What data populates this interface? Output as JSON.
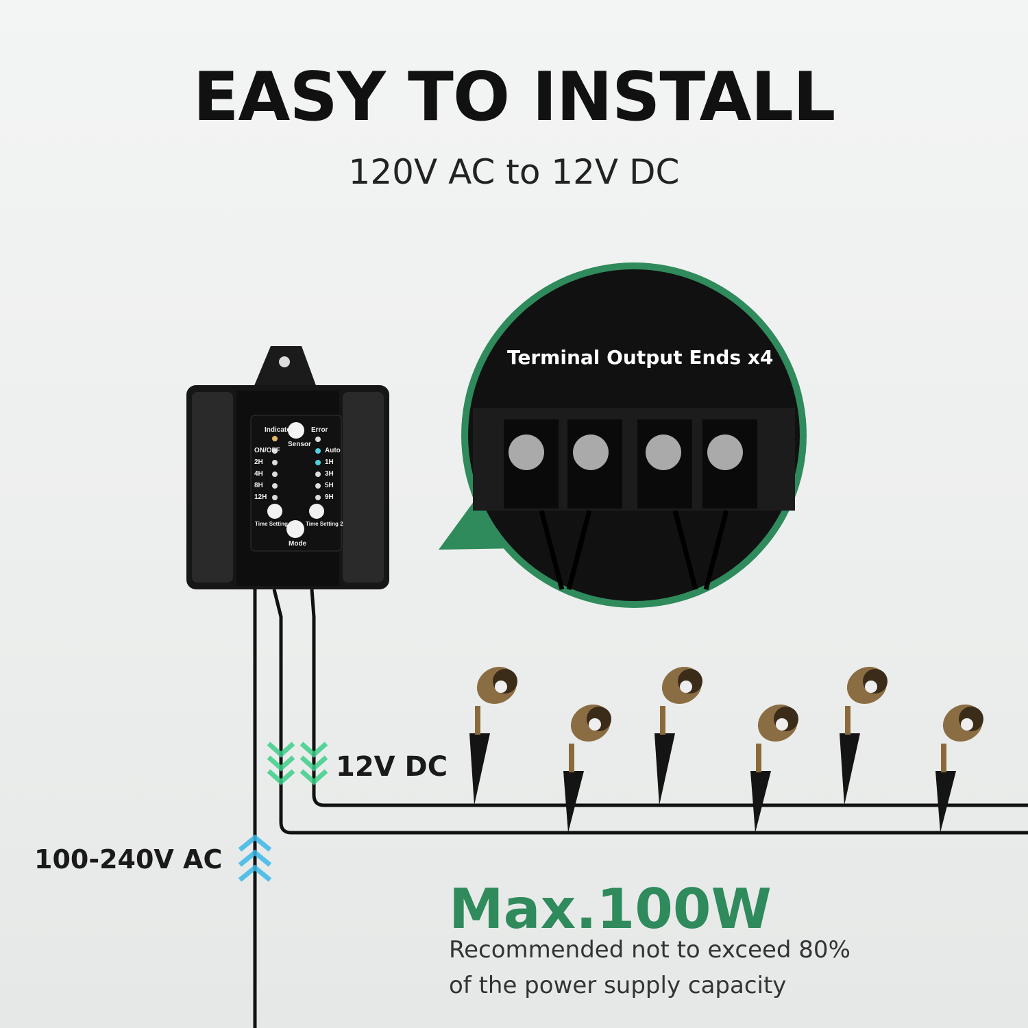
{
  "header": {
    "title": "EASY TO INSTALL",
    "subtitle": "120V AC to 12V DC"
  },
  "callout": {
    "label": "Terminal Output Ends x4",
    "accent_color": "#2f8a5c"
  },
  "device_panel": {
    "indicator": "Indicator",
    "sensor": "Sensor",
    "error": "Error",
    "left_leds": [
      "ON/OFF",
      "2H",
      "4H",
      "8H",
      "12H"
    ],
    "right_leds": [
      "Auto",
      "1H",
      "3H",
      "5H",
      "9H"
    ],
    "time_setting_1": "Time Setting 1",
    "time_setting_2": "Time Setting 2",
    "mode": "Mode"
  },
  "labels": {
    "dc": "12V DC",
    "ac": "100-240V AC"
  },
  "spec": {
    "max": "Max.100W",
    "note_line1": "Recommended not to exceed 80%",
    "note_line2": "of the power supply capacity",
    "color": "#2f8a5c"
  }
}
